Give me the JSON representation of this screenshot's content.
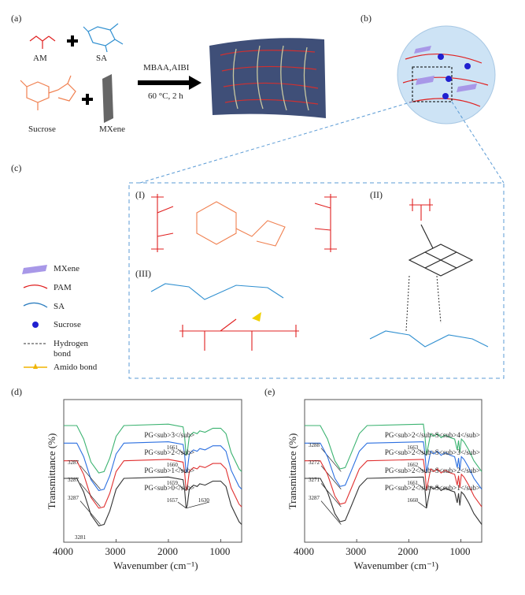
{
  "panels": {
    "a": "(a)",
    "b": "(b)",
    "c": "(c)",
    "d": "(d)",
    "e": "(e)"
  },
  "reaction": {
    "monomer1": "AM",
    "monomer2": "SA",
    "additive1": "Sucrose",
    "additive2": "MXene",
    "conditions1": "MBAA,AIBI",
    "conditions2": "60 °C, 2 h"
  },
  "interactions": {
    "i": "(I)",
    "ii": "(II)",
    "iii": "(III)"
  },
  "legend": [
    {
      "label": "MXene",
      "color": "#9b8fe0"
    },
    {
      "label": "PAM",
      "color": "#e02020"
    },
    {
      "label": "SA",
      "color": "#2f7fc0"
    },
    {
      "label": "Sucrose",
      "color": "#2020d0"
    },
    {
      "label": "Hydrogen bond",
      "color": "#333333"
    },
    {
      "label": "Amido bond",
      "color": "#f0b400"
    }
  ],
  "chart_data": [
    {
      "type": "line",
      "panel": "(d)",
      "xlabel": "Wavenumber (cm⁻¹)",
      "ylabel": "Transmittance (%)",
      "xlim": [
        4000,
        600
      ],
      "xticks": [
        "4000",
        "3000",
        "2000",
        "1000"
      ],
      "xtick_values": [
        4000,
        3000,
        2000,
        1000
      ],
      "profile": [
        [
          4000,
          82
        ],
        [
          3750,
          82
        ],
        [
          3620,
          72
        ],
        [
          3480,
          55
        ],
        [
          3330,
          47
        ],
        [
          3230,
          48
        ],
        [
          3120,
          58
        ],
        [
          3000,
          74
        ],
        [
          2850,
          82
        ],
        [
          2000,
          83
        ],
        [
          1720,
          81
        ],
        [
          1690,
          74
        ],
        [
          1660,
          60
        ],
        [
          1640,
          62
        ],
        [
          1600,
          74
        ],
        [
          1520,
          77
        ],
        [
          1450,
          76
        ],
        [
          1400,
          78
        ],
        [
          1300,
          77
        ],
        [
          1150,
          80
        ],
        [
          1000,
          80
        ],
        [
          900,
          76
        ],
        [
          800,
          62
        ],
        [
          650,
          50
        ],
        [
          600,
          48
        ]
      ],
      "series": [
        {
          "name": "PG3",
          "label_main": "PG",
          "label_sub": "3",
          "color": "#3cb371",
          "offset": 0,
          "peaks": [
            "1661"
          ],
          "oh_peak": ""
        },
        {
          "name": "PG2",
          "label_main": "PG",
          "label_sub": "2",
          "color": "#2b6fe0",
          "offset": -13,
          "peaks": [
            "1660"
          ],
          "oh_peak": "3287"
        },
        {
          "name": "PG1",
          "label_main": "PG",
          "label_sub": "1",
          "color": "#e03030",
          "offset": -26,
          "peaks": [
            "1659"
          ],
          "oh_peak": "3287"
        },
        {
          "name": "PG0",
          "label_main": "PG",
          "label_sub": "0",
          "color": "#333333",
          "offset": -39,
          "peaks": [
            "1657",
            "1630"
          ],
          "oh_peak": "3287"
        }
      ],
      "extra_label": "3281"
    },
    {
      "type": "line",
      "panel": "(e)",
      "xlabel": "Wavenumber (cm⁻¹)",
      "ylabel": "Transmittance (%)",
      "xlim": [
        4000,
        600
      ],
      "xticks": [
        "4000",
        "3000",
        "2000",
        "1000"
      ],
      "xtick_values": [
        4000,
        3000,
        2000,
        1000
      ],
      "profile": [
        [
          4000,
          82
        ],
        [
          3700,
          82
        ],
        [
          3560,
          72
        ],
        [
          3420,
          56
        ],
        [
          3320,
          50
        ],
        [
          3220,
          51
        ],
        [
          3100,
          62
        ],
        [
          2950,
          76
        ],
        [
          2800,
          82
        ],
        [
          1720,
          83
        ],
        [
          1690,
          74
        ],
        [
          1660,
          60
        ],
        [
          1630,
          66
        ],
        [
          1580,
          76
        ],
        [
          1520,
          74
        ],
        [
          1450,
          76
        ],
        [
          1380,
          73
        ],
        [
          1300,
          75
        ],
        [
          1200,
          73
        ],
        [
          1120,
          72
        ],
        [
          1070,
          64
        ],
        [
          1045,
          71
        ],
        [
          1020,
          62
        ],
        [
          990,
          72
        ],
        [
          940,
          70
        ],
        [
          850,
          64
        ],
        [
          750,
          56
        ],
        [
          600,
          48
        ]
      ],
      "series": [
        {
          "name": "PG2S4",
          "label_main": "PG",
          "label_sub": "2",
          "label_main2": "S",
          "label_sub2": "4",
          "color": "#3cb371",
          "offset": 0,
          "peaks": [
            "1663"
          ],
          "oh_peak": "3288"
        },
        {
          "name": "PG2S3",
          "label_main": "PG",
          "label_sub": "2",
          "label_main2": "S",
          "label_sub2": "3",
          "color": "#2b6fe0",
          "offset": -13,
          "peaks": [
            "1662"
          ],
          "oh_peak": "3272"
        },
        {
          "name": "PG2S2",
          "label_main": "PG",
          "label_sub": "2",
          "label_main2": "S",
          "label_sub2": "2",
          "color": "#e03030",
          "offset": -26,
          "peaks": [
            "1661"
          ],
          "oh_peak": "3271"
        },
        {
          "name": "PG2S1",
          "label_main": "PG",
          "label_sub": "2",
          "label_main2": "S",
          "label_sub2": "1",
          "color": "#333333",
          "offset": -39,
          "peaks": [
            "1660"
          ],
          "oh_peak": "3287"
        }
      ]
    }
  ]
}
